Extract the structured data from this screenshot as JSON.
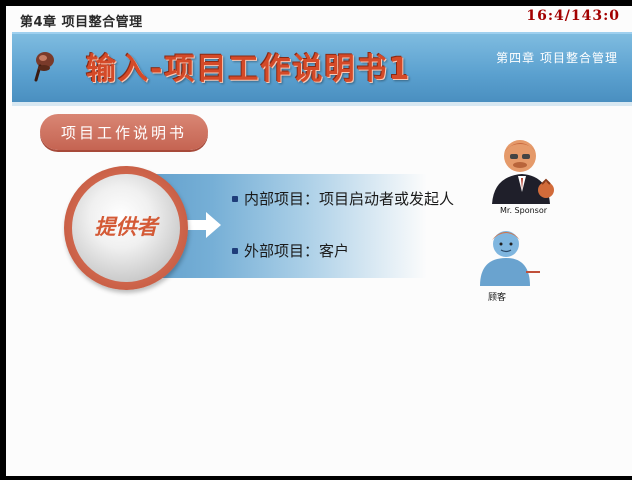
{
  "header": {
    "chapter_caption": "第4章 项目整合管理",
    "page_counter": "16:4/143:0"
  },
  "title_bar": {
    "title": "输入-项目工作说明书1",
    "chapter_label": "第四章  项目整合管理"
  },
  "section": {
    "pill_label": "项目工作说明书"
  },
  "provider": {
    "label": "提供者"
  },
  "bullets": [
    {
      "text": "内部项目：项目启动者或发起人"
    },
    {
      "text": "外部项目：客户"
    }
  ],
  "figures": {
    "sponsor_caption": "Mr. Sponsor",
    "customer_caption": "顾客"
  },
  "colors": {
    "title_bar": "#5aa0cf",
    "title_text": "#d44a28",
    "pill": "#c56452",
    "counter": "#a20000"
  }
}
